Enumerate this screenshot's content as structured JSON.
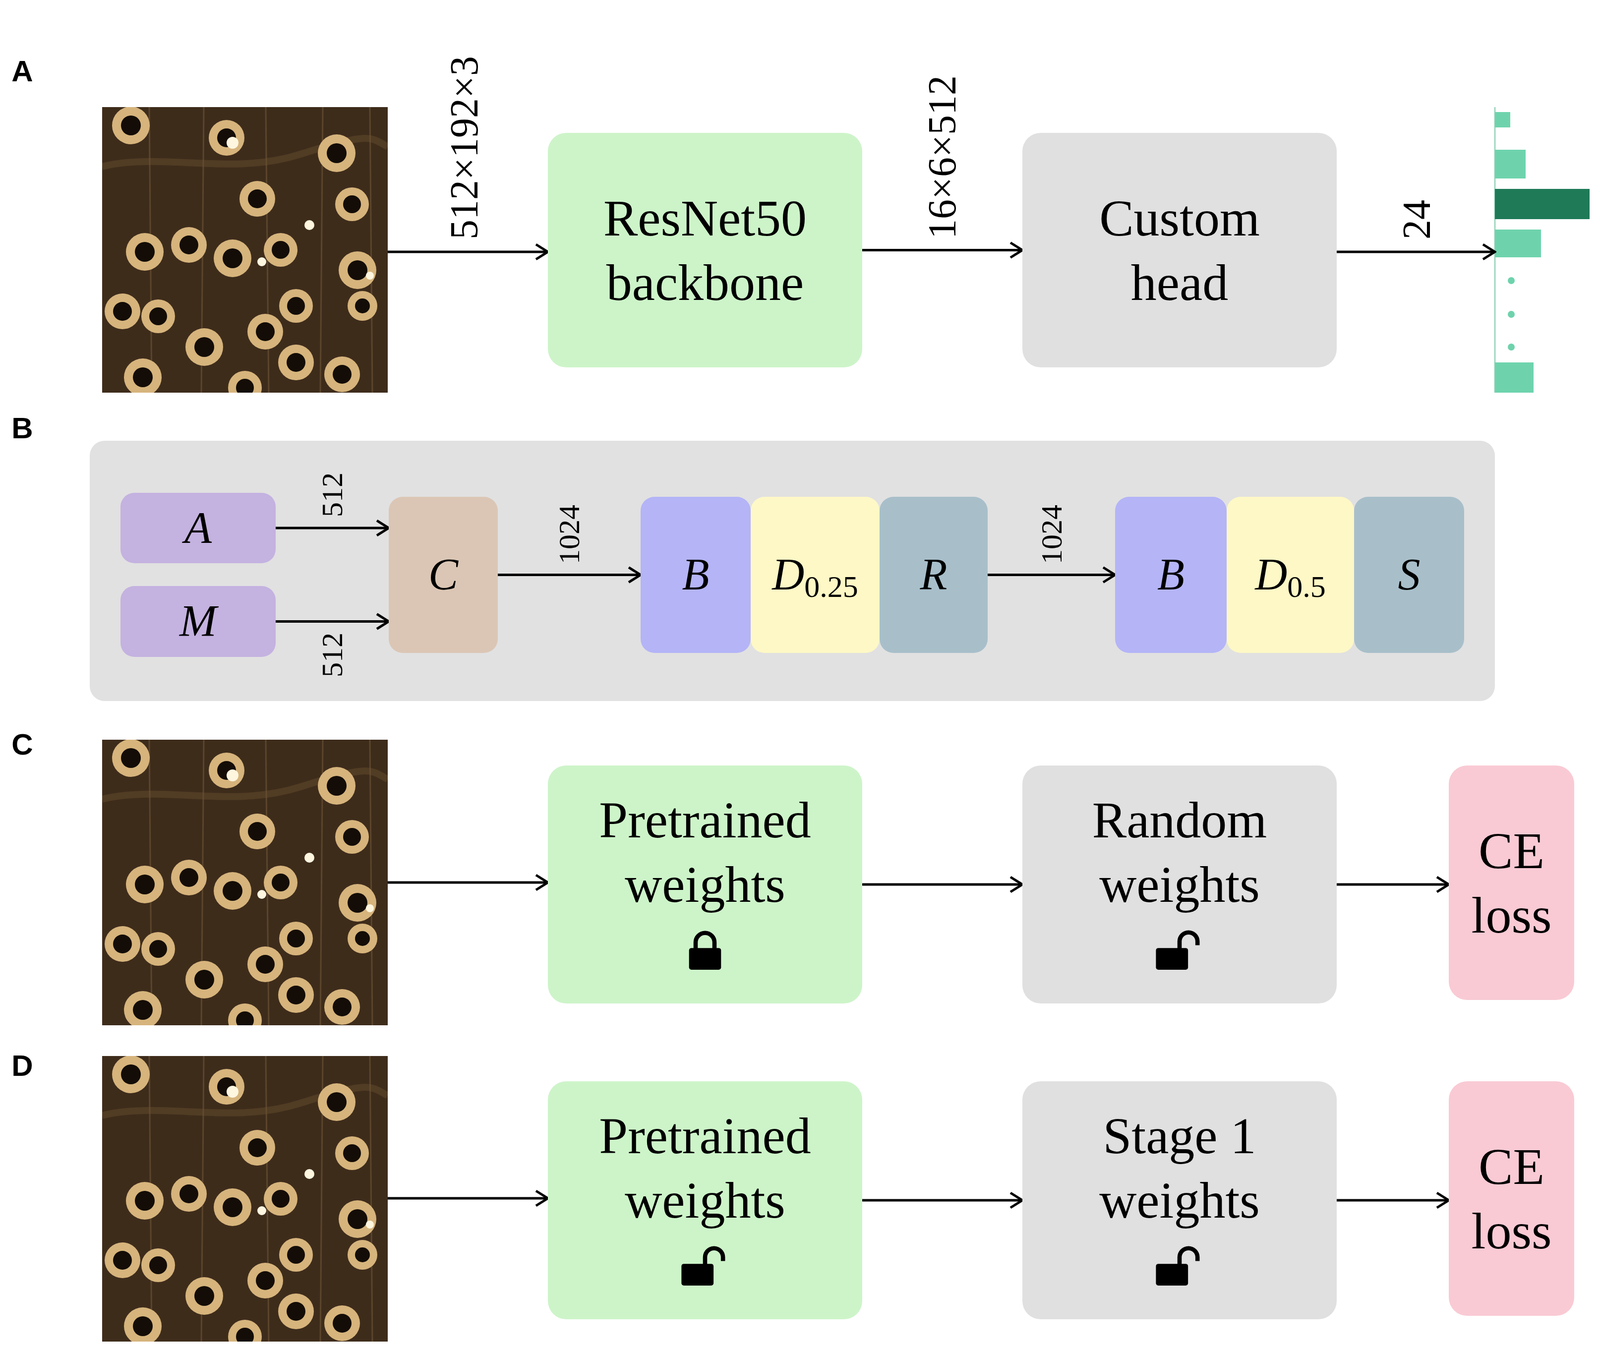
{
  "diagram": {
    "nodes": [
      {
        "text": [
          "ResNet50 backbone"
        ]
      },
      {
        "text": [
          "Custom head"
        ]
      },
      {
        "text": [
          "A"
        ]
      },
      {
        "text": [
          "M"
        ]
      },
      {
        "text": [
          "C"
        ]
      },
      {
        "text": [
          "B"
        ]
      },
      {
        "text": [
          "D",
          "0.25"
        ]
      },
      {
        "text": [
          "R"
        ]
      },
      {
        "text": [
          "B"
        ]
      },
      {
        "text": [
          "D",
          "0.5"
        ]
      },
      {
        "text": [
          "S"
        ]
      },
      {
        "text": [
          "Pretrained weights"
        ]
      },
      {
        "text": [
          "Random weights"
        ]
      },
      {
        "text": [
          "CE loss"
        ]
      },
      {
        "text": [
          "Pretrained weights"
        ]
      },
      {
        "text": [
          "Stage 1 weights"
        ]
      },
      {
        "text": [
          "CE loss"
        ]
      }
    ],
    "edges": [
      {
        "from": 0,
        "to": 1,
        "arrow": "to",
        "label": "16×6×512"
      },
      {
        "from": 2,
        "to": 4,
        "arrow": "to",
        "label": "512"
      },
      {
        "from": 3,
        "to": 4,
        "arrow": "to",
        "label": "512"
      },
      {
        "from": 4,
        "to": 5,
        "arrow": "to",
        "label": "1024"
      },
      {
        "from": 7,
        "to": 8,
        "arrow": "to",
        "label": "1024"
      },
      {
        "from": 11,
        "to": 12,
        "arrow": "to"
      },
      {
        "from": 12,
        "to": 13,
        "arrow": "to"
      },
      {
        "from": 14,
        "to": 15,
        "arrow": "to"
      },
      {
        "from": 15,
        "to": 16,
        "arrow": "to"
      }
    ],
    "labels": [
      "A",
      "512×192×3",
      "24",
      "B",
      "C",
      "D"
    ]
  }
}
